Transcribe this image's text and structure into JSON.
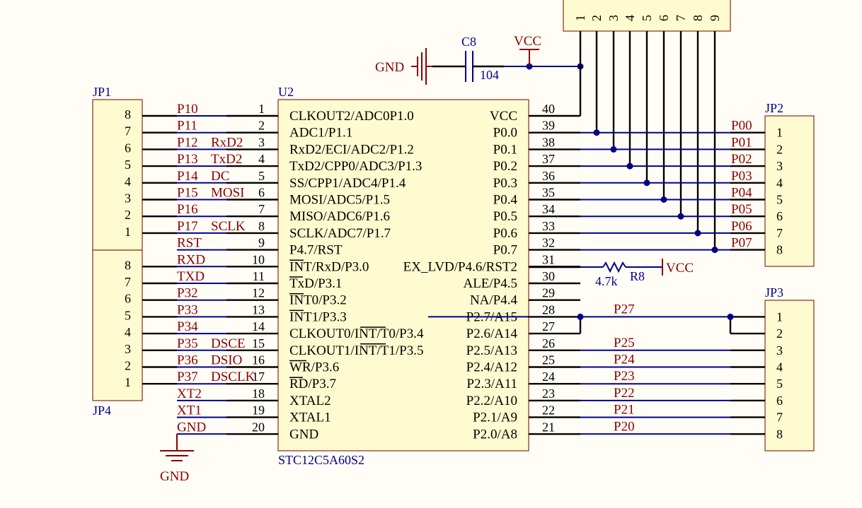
{
  "u2": {
    "designator": "U2",
    "part": "STC12C5A60S2",
    "left_pins": [
      {
        "num": "1",
        "name": "CLKOUT2/ADC0P1.0",
        "net": "P10",
        "func": ""
      },
      {
        "num": "2",
        "name": "ADC1/P1.1",
        "net": "P11",
        "func": ""
      },
      {
        "num": "3",
        "name": "RxD2/ECI/ADC2/P1.2",
        "net": "P12",
        "func": "RxD2"
      },
      {
        "num": "4",
        "name": "TxD2/CPP0/ADC3/P1.3",
        "net": "P13",
        "func": "TxD2"
      },
      {
        "num": "5",
        "name": "SS/CPP1/ADC4/P1.4",
        "net": "P14",
        "func": "DC"
      },
      {
        "num": "6",
        "name": "MOSI/ADC5/P1.5",
        "net": "P15",
        "func": "MOSI"
      },
      {
        "num": "7",
        "name": "MISO/ADC6/P1.6",
        "net": "P16",
        "func": ""
      },
      {
        "num": "8",
        "name": "SCLK/ADC7/P1.7",
        "net": "P17",
        "func": "SCLK"
      },
      {
        "num": "9",
        "name": "P4.7/RST",
        "net": "RST",
        "func": ""
      },
      {
        "num": "10",
        "name": "INT/RxD/P3.0",
        "net": "RXD",
        "func": ""
      },
      {
        "num": "11",
        "name": "TxD/P3.1",
        "net": "TXD",
        "func": ""
      },
      {
        "num": "12",
        "name": "INT0/P3.2",
        "net": "P32",
        "func": ""
      },
      {
        "num": "13",
        "name": "INT1/P3.3",
        "net": "P33",
        "func": ""
      },
      {
        "num": "14",
        "name": "CLKOUT0/INT/T0/P3.4",
        "net": "P34",
        "func": ""
      },
      {
        "num": "15",
        "name": "CLKOUT1/INT/T1/P3.5",
        "net": "P35",
        "func": "DSCE"
      },
      {
        "num": "16",
        "name": "WR/P3.6",
        "net": "P36",
        "func": "DSIO"
      },
      {
        "num": "17",
        "name": "RD/P3.7",
        "net": "P37",
        "func": "DSCLK"
      },
      {
        "num": "18",
        "name": "XTAL2",
        "net": "XT2",
        "func": ""
      },
      {
        "num": "19",
        "name": "XTAL1",
        "net": "XT1",
        "func": ""
      },
      {
        "num": "20",
        "name": "GND",
        "net": "GND",
        "func": ""
      }
    ],
    "right_pins": [
      {
        "num": "40",
        "name": "VCC"
      },
      {
        "num": "39",
        "name": "P0.0"
      },
      {
        "num": "38",
        "name": "P0.1"
      },
      {
        "num": "37",
        "name": "P0.2"
      },
      {
        "num": "36",
        "name": "P0.3"
      },
      {
        "num": "35",
        "name": "P0.4"
      },
      {
        "num": "34",
        "name": "P0.5"
      },
      {
        "num": "33",
        "name": "P0.6"
      },
      {
        "num": "32",
        "name": "P0.7"
      },
      {
        "num": "31",
        "name": "EX_LVD/P4.6/RST2"
      },
      {
        "num": "30",
        "name": "ALE/P4.5"
      },
      {
        "num": "29",
        "name": "NA/P4.4"
      },
      {
        "num": "28",
        "name": "P2.7/A15"
      },
      {
        "num": "27",
        "name": "P2.6/A14"
      },
      {
        "num": "26",
        "name": "P2.5/A13"
      },
      {
        "num": "25",
        "name": "P2.4/A12"
      },
      {
        "num": "24",
        "name": "P2.3/A11"
      },
      {
        "num": "23",
        "name": "P2.2/A10"
      },
      {
        "num": "22",
        "name": "P2.1/A9"
      },
      {
        "num": "21",
        "name": "P2.0/A8"
      }
    ]
  },
  "jp1": {
    "designator": "JP1",
    "pins": [
      "8",
      "7",
      "6",
      "5",
      "4",
      "3",
      "2",
      "1"
    ]
  },
  "jp4": {
    "designator": "JP4",
    "pins": [
      "8",
      "7",
      "6",
      "5",
      "4",
      "3",
      "2",
      "1"
    ]
  },
  "jp2": {
    "designator": "JP2",
    "pins": [
      "1",
      "2",
      "3",
      "4",
      "5",
      "6",
      "7",
      "8"
    ],
    "nets": [
      "P00",
      "P01",
      "P02",
      "P03",
      "P04",
      "P05",
      "P06",
      "P07"
    ]
  },
  "jp3": {
    "designator": "JP3",
    "pins": [
      "1",
      "2",
      "3",
      "4",
      "5",
      "6",
      "7",
      "8"
    ],
    "nets": [
      "P27",
      "",
      "P25",
      "P24",
      "P23",
      "P22",
      "P21",
      "P20"
    ]
  },
  "top_connector": {
    "pins": [
      "1",
      "2",
      "3",
      "4",
      "5",
      "6",
      "7",
      "8",
      "9"
    ]
  },
  "c8": {
    "designator": "C8",
    "value": "104"
  },
  "r8": {
    "designator": "R8",
    "value": "4.7k"
  },
  "power": {
    "vcc": "VCC",
    "gnd": "GND"
  }
}
